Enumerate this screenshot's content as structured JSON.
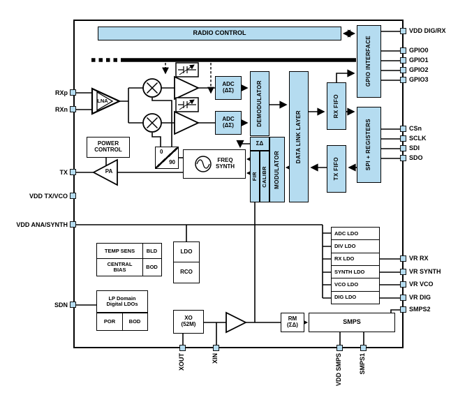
{
  "colors": {
    "block_fill": "#b5dcf0",
    "line": "#000000",
    "background": "#ffffff"
  },
  "blocks": {
    "radio_control": "RADIO CONTROL",
    "gpio_interface": "GPIO INTERFACE",
    "spi_registers": "SPI + REGISTERS",
    "rx_fifo": "RX FIFO",
    "tx_fifo": "TX FIFO",
    "data_link_layer": "DATA LINK LAYER",
    "demodulator": "DEMODULATOR",
    "sigma_delta": "ΣΔ",
    "fir": "FIR",
    "calibr": "CALIBR",
    "modulator": "MODULATOR",
    "adc_l1": "ADC",
    "adc_l2": "(ΔΣ)",
    "lna": "LNA",
    "pa": "PA",
    "power_l1": "POWER",
    "power_l2": "CONTROL",
    "phase_0": "0",
    "phase_90": "90",
    "freq_l1": "FREQ",
    "freq_l2": "SYNTH",
    "temp_sens": "TEMP SENS",
    "bld": "BLD",
    "central_l1": "CENTRAL",
    "central_l2": "BIAS",
    "bod": "BOD",
    "ldo": "LDO",
    "rco": "RCO",
    "lp_l1": "LP Domain",
    "lp_l2": "Digital LDOs",
    "por": "POR",
    "bod2": "BOD",
    "xo_l1": "XO",
    "xo_l2": "(52M)",
    "rm_l1": "RM",
    "rm_l2": "(ΣΔ)",
    "smps": "SMPS",
    "ldo_stack": [
      "ADC LDO",
      "DIV LDO",
      "RX LDO",
      "SYNTH LDO",
      "VCO LDO",
      "DIG LDO"
    ]
  },
  "pins": {
    "left": [
      {
        "label": "RXp"
      },
      {
        "label": "RXn"
      },
      {
        "label": "TX"
      },
      {
        "label": "VDD TX/VCO"
      },
      {
        "label": "VDD ANA/SYNTH"
      },
      {
        "label": "SDN"
      }
    ],
    "right": [
      {
        "label": "VDD DIG/RX"
      },
      {
        "label": "GPIO0"
      },
      {
        "label": "GPIO1"
      },
      {
        "label": "GPIO2"
      },
      {
        "label": "GPIO3"
      },
      {
        "label": "CSn"
      },
      {
        "label": "SCLK"
      },
      {
        "label": "SDI"
      },
      {
        "label": "SDO"
      },
      {
        "label": "VR RX"
      },
      {
        "label": "VR SYNTH"
      },
      {
        "label": "VR VCO"
      },
      {
        "label": "VR DIG"
      },
      {
        "label": "SMPS2"
      }
    ],
    "bottom": [
      {
        "label": "XOUT"
      },
      {
        "label": "XIN"
      },
      {
        "label": "VDD SMPS"
      },
      {
        "label": "SMPS1"
      }
    ]
  }
}
